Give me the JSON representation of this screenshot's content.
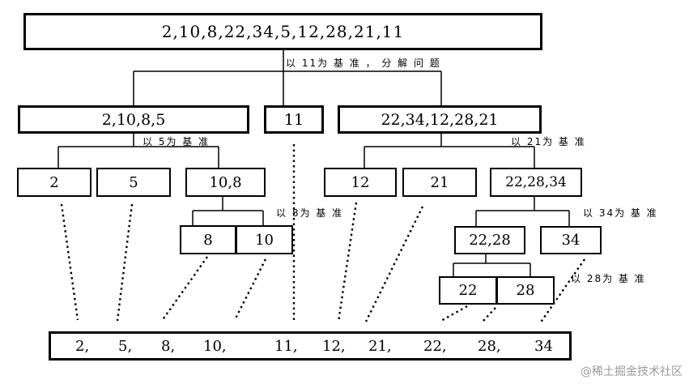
{
  "root": "2,10,8,22,34,5,12,28,21,11",
  "labels": {
    "pivot11": "以 11为 基 准 ， 分 解 问 题",
    "pivot5": "以 5为 基 准",
    "pivot21": "以 21为 基 准",
    "pivot8": "以 8为 基 准",
    "pivot34": "以 34为 基 准",
    "pivot28": "以 28为 基 准"
  },
  "level1": {
    "left": "2,10,8,5",
    "mid": "11",
    "right": "22,34,12,28,21"
  },
  "level2": {
    "a": "2",
    "b": "5",
    "c": "10,8",
    "d": "12",
    "e": "21",
    "f": "22,28,34"
  },
  "level3": {
    "a": "8",
    "b": "10",
    "c": "22,28",
    "d": "34"
  },
  "level4": {
    "a": "22",
    "b": "28"
  },
  "result": [
    "2,",
    "5,",
    "8,",
    "10,",
    "11,",
    "12,",
    "21,",
    "22,",
    "28,",
    "34"
  ],
  "watermark": "@稀土掘金技术社区"
}
